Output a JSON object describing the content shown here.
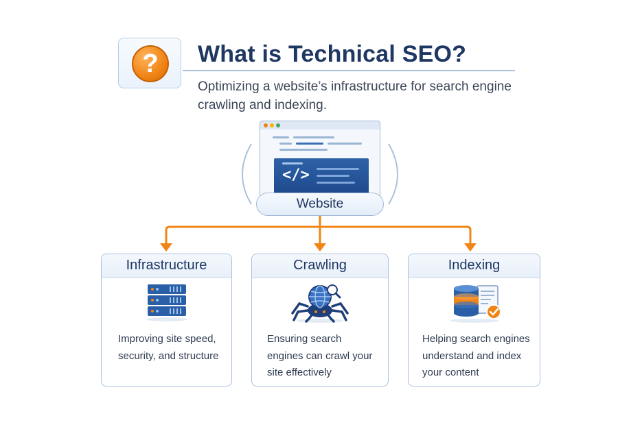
{
  "header": {
    "title": "What is Technical SEO?",
    "subtitle": "Optimizing a website’s infrastructure for search engine crawling and indexing.",
    "icon": "question-mark-icon"
  },
  "website": {
    "label": "Website",
    "code_glyph": "</>",
    "icon": "browser-code-icon"
  },
  "cards": [
    {
      "title": "Infrastructure",
      "description": "Improving site speed, security, and structure",
      "icon": "server-stack-icon"
    },
    {
      "title": "Crawling",
      "description": "Ensuring search engines can crawl your site effectively",
      "icon": "spider-globe-icon"
    },
    {
      "title": "Indexing",
      "description": "Helping search engines understand and index your content",
      "icon": "database-document-check-icon"
    }
  ],
  "colors": {
    "title": "#1f3763",
    "accent_orange": "#f08415",
    "border_blue": "#a9c2de",
    "navy": "#1f4a8c"
  }
}
